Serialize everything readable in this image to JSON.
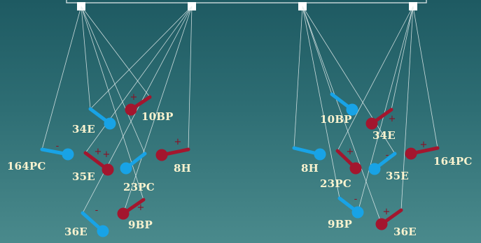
{
  "colors": {
    "background_top": "#1e5a62",
    "background_bottom": "#4a8a8c",
    "blue_probe": "#18a3e6",
    "red_probe": "#a3162e",
    "string": "#e8f0f0",
    "label": "#fbf3cf",
    "sign": "#8b0f24"
  },
  "sign": {
    "plus": "+",
    "minus": "-"
  },
  "left_group": {
    "labels": {
      "e34": "34E",
      "bp10": "10BP",
      "pc164": "164PC",
      "e35": "35E",
      "pc23": "23PC",
      "h8": "8H",
      "e36": "36E",
      "bp9": "9BP"
    }
  },
  "right_group": {
    "labels": {
      "bp10": "10BP",
      "e34": "34E",
      "h8": "8H",
      "pc23": "23PC",
      "e35": "35E",
      "pc164": "164PC",
      "bp9": "9BP",
      "e36": "36E"
    }
  }
}
